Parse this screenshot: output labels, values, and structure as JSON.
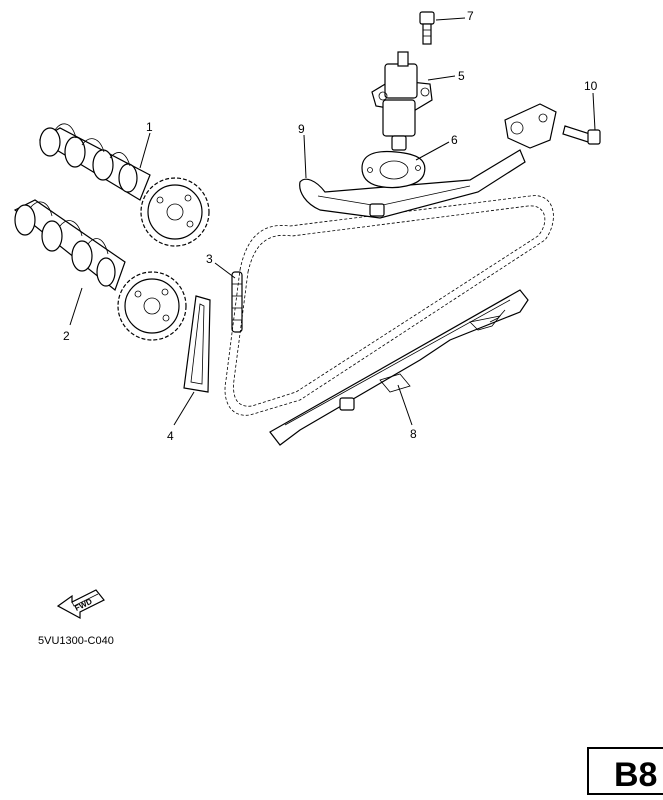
{
  "callouts": [
    {
      "id": "1",
      "label": "1"
    },
    {
      "id": "2",
      "label": "2"
    },
    {
      "id": "3",
      "label": "3"
    },
    {
      "id": "4",
      "label": "4"
    },
    {
      "id": "5",
      "label": "5"
    },
    {
      "id": "6",
      "label": "6"
    },
    {
      "id": "7",
      "label": "7"
    },
    {
      "id": "8",
      "label": "8"
    },
    {
      "id": "9",
      "label": "9"
    },
    {
      "id": "10",
      "label": "10"
    }
  ],
  "direction_marker": {
    "label": "FWD",
    "icon": "forward-arrow-icon"
  },
  "diagram_code": "5VU1300-C040",
  "section_badge": "B8"
}
